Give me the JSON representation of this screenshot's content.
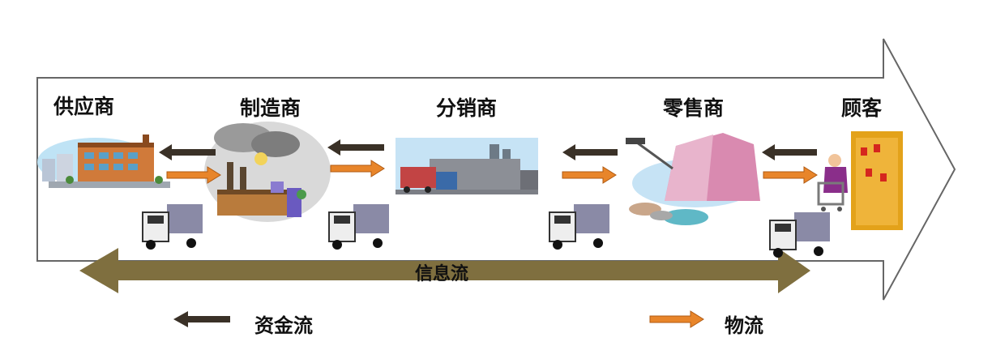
{
  "nodes": {
    "supplier": "供应商",
    "manufacturer": "制造商",
    "distributor": "分销商",
    "retailer": "零售商",
    "customer": "顾客"
  },
  "info_flow": {
    "label": "信息流"
  },
  "legend": {
    "money_flow": "资金流",
    "logistics": "物流"
  },
  "colors": {
    "money_arrow": "#3a3127",
    "goods_arrow": "#e8852a",
    "info_arrow": "#7f6f3f",
    "outline": "#555555"
  }
}
